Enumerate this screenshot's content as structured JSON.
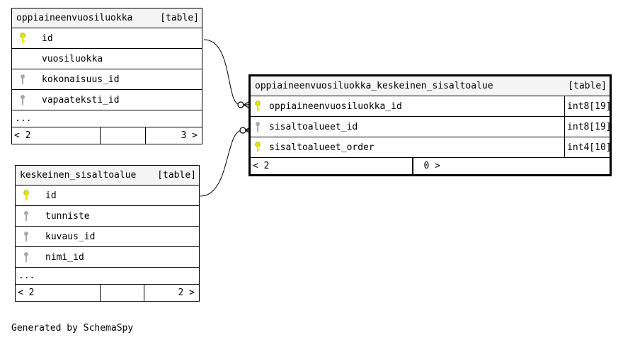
{
  "tables": {
    "oppiaineenvuosiluokka": {
      "name": "oppiaineenvuosiluokka",
      "kind": "[table]",
      "columns": [
        {
          "name": "id",
          "key": "primary"
        },
        {
          "name": "vuosiluokka",
          "key": "none"
        },
        {
          "name": "kokonaisuus_id",
          "key": "foreign"
        },
        {
          "name": "vapaateksti_id",
          "key": "foreign"
        }
      ],
      "more": "...",
      "footer": {
        "left": "< 2",
        "right": "3 >"
      }
    },
    "keskeinen_sisaltoalue": {
      "name": "keskeinen_sisaltoalue",
      "kind": "[table]",
      "columns": [
        {
          "name": "id",
          "key": "primary"
        },
        {
          "name": "tunniste",
          "key": "foreign"
        },
        {
          "name": "kuvaus_id",
          "key": "foreign"
        },
        {
          "name": "nimi_id",
          "key": "foreign"
        }
      ],
      "more": "...",
      "footer": {
        "left": "< 2",
        "right": "2 >"
      }
    },
    "join": {
      "name": "oppiaineenvuosiluokka_keskeinen_sisaltoalue",
      "kind": "[table]",
      "columns": [
        {
          "name": "oppiaineenvuosiluokka_id",
          "key": "primary",
          "type": "int8[19]"
        },
        {
          "name": "sisaltoalueet_id",
          "key": "foreign",
          "type": "int8[19]"
        },
        {
          "name": "sisaltoalueet_order",
          "key": "primary",
          "type": "int4[10]"
        }
      ],
      "footer": {
        "left": "< 2",
        "right": "0 >"
      }
    }
  },
  "colors": {
    "primary_key": "#e6e600",
    "foreign_key": "#a9a9a9",
    "header_bg": "#f4f4f4"
  },
  "icons": {
    "primary": "primary-key-icon",
    "foreign": "foreign-key-icon"
  },
  "generated_by": "Generated by SchemaSpy"
}
